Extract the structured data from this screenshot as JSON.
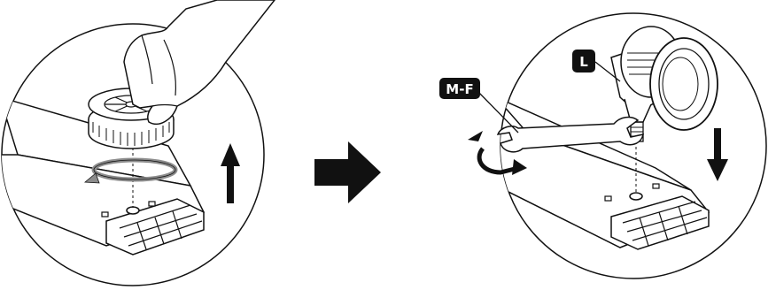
{
  "colors": {
    "line": "#111111",
    "fill": "#ffffff",
    "arrow": "#111111",
    "rotation_arrow": "#8c8c8c",
    "badge_bg": "#111111",
    "badge_text": "#ffffff"
  },
  "steps": [
    {
      "name": "remove-foot",
      "icons": [
        "hand-icon",
        "leveling-foot-icon",
        "rotate-counterclockwise-icon",
        "arrow-up-icon"
      ]
    },
    {
      "name": "install-caster",
      "labels": {
        "wrench": "M-F",
        "caster": "L"
      },
      "icons": [
        "wrench-icon",
        "caster-wheel-icon",
        "rotate-counterclockwise-icon",
        "arrow-down-icon"
      ]
    }
  ],
  "transition_icon": "arrow-right-icon"
}
